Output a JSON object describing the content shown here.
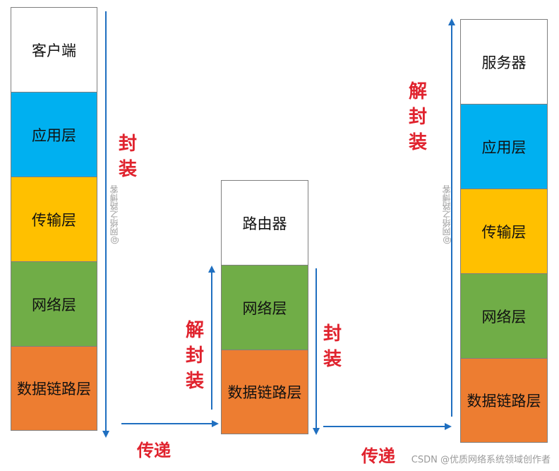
{
  "client": {
    "layers": [
      "客户端",
      "应用层",
      "传输层",
      "网络层",
      "数据链路层"
    ]
  },
  "router": {
    "layers": [
      "路由器",
      "网络层",
      "数据链路层"
    ]
  },
  "server": {
    "layers": [
      "服务器",
      "应用层",
      "传输层",
      "网络层",
      "数据链路层"
    ]
  },
  "labels": {
    "encapsulate_client": [
      "封",
      "装"
    ],
    "decapsulate_router": [
      "解",
      "封",
      "装"
    ],
    "encapsulate_router": [
      "封",
      "装"
    ],
    "decapsulate_server": [
      "解",
      "封",
      "装"
    ],
    "transmit_1": "传递",
    "transmit_2": "传递"
  },
  "watermarks": {
    "client_side": "@网络之路博客",
    "server_side": "@网络之路博客",
    "corner": "CSDN @优质网络系统领域创作者"
  },
  "colors": {
    "application": "#00b0f0",
    "transport": "#ffc000",
    "network": "#70ad47",
    "datalink": "#ed7d31",
    "arrow": "#1f6fc0",
    "label": "#e0232e"
  }
}
